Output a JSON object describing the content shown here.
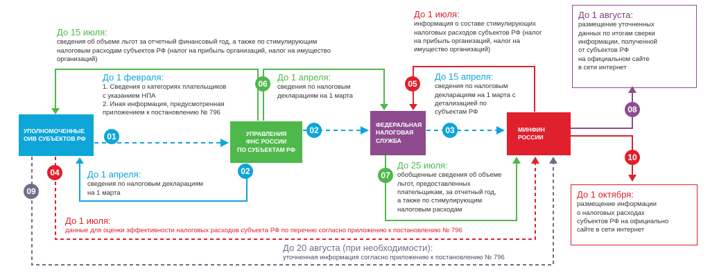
{
  "entities": {
    "oiv": [
      "УПОЛНОМОЧЕННЫЕ",
      "ОИВ СУБЪЕКТОВ РФ"
    ],
    "ufns": [
      "УПРАВЛЕНИЯ",
      "ФНС РОССИИ",
      "ПО СУБЪЕКТАМ РФ"
    ],
    "fns": [
      "ФЕДЕРАЛЬНАЯ",
      "НАЛОГОВАЯ",
      "СЛУЖБА"
    ],
    "minfin": [
      "МИНФИН",
      "РОССИИ"
    ]
  },
  "badges": [
    "01",
    "02",
    "02",
    "03",
    "04",
    "05",
    "06",
    "07",
    "08",
    "09",
    "10"
  ],
  "colors": {
    "cyan": "#0ea5d9",
    "green": "#4eb84a",
    "purple": "#8e4c8e",
    "red": "#e0202d",
    "gray": "#6d6f8a"
  },
  "flows": {
    "f06_date": "До 15 июля:",
    "f06_text": [
      "сведения об объеме льгот за отчетный финансовый год, а также по стимулирующим",
      "налоговым расходам субъектов РФ (налог на прибыль организаций, налог на имущество",
      "организаций)"
    ],
    "f01_date": "До 1 февраля:",
    "f01_text": [
      "1. Сведения о категориях плательщиков",
      "с указанием НПА",
      "2. Иная информация, предусмотренная",
      "приложением к постановлению № 796"
    ],
    "f02a_date": "До 1 апреля:",
    "f02a_text": [
      "сведения по налоговым",
      "декларациям на 1 марта"
    ],
    "f02b_date": "До 1 апреля:",
    "f02b_text": [
      "сведения по налоговым декларациям",
      "на 1 марта"
    ],
    "f05_date": "До 1 июля:",
    "f05_text": [
      "информация о составе стимулирующих",
      "налоговых расходов субъектов РФ (налог",
      "на прибыль организаций, налог на",
      "имущество организаций)"
    ],
    "f03_date": "До 15 апреля:",
    "f03_text": [
      "сведения по налоговым",
      "декларациям на 1 марта с",
      "детализацией по",
      "субъектам РФ"
    ],
    "f07_date": "До 25 июля:",
    "f07_text": [
      "обобщенные сведения об объеме",
      "льгот, предоставленных",
      "плательщикам, за отчетный год,",
      "а также по стимулирующим",
      "налоговым расходам"
    ],
    "f04_date": "До 1 июля:",
    "f04_text": "данные для оценки эффективности налоговых расходов субъекта РФ по перечню согласно приложению к постановлению № 796",
    "f09_date": "До 20 августа (при необходимости):",
    "f09_text": "уточненная информация согласно приложению к постановлению № 796"
  },
  "notes": {
    "aug1_date": "До 1 августа:",
    "aug1_text": [
      "размещение уточненных",
      "данных по итогам сверки",
      "информации, полученной",
      "от субъектов РФ",
      "на официальном сайте",
      "в сети интернет"
    ],
    "oct1_date": "До 1 октября:",
    "oct1_text": [
      "размещение информации",
      "о налоговых расходах",
      "субъектов РФ на официально",
      "сайте в сети интернет"
    ]
  }
}
